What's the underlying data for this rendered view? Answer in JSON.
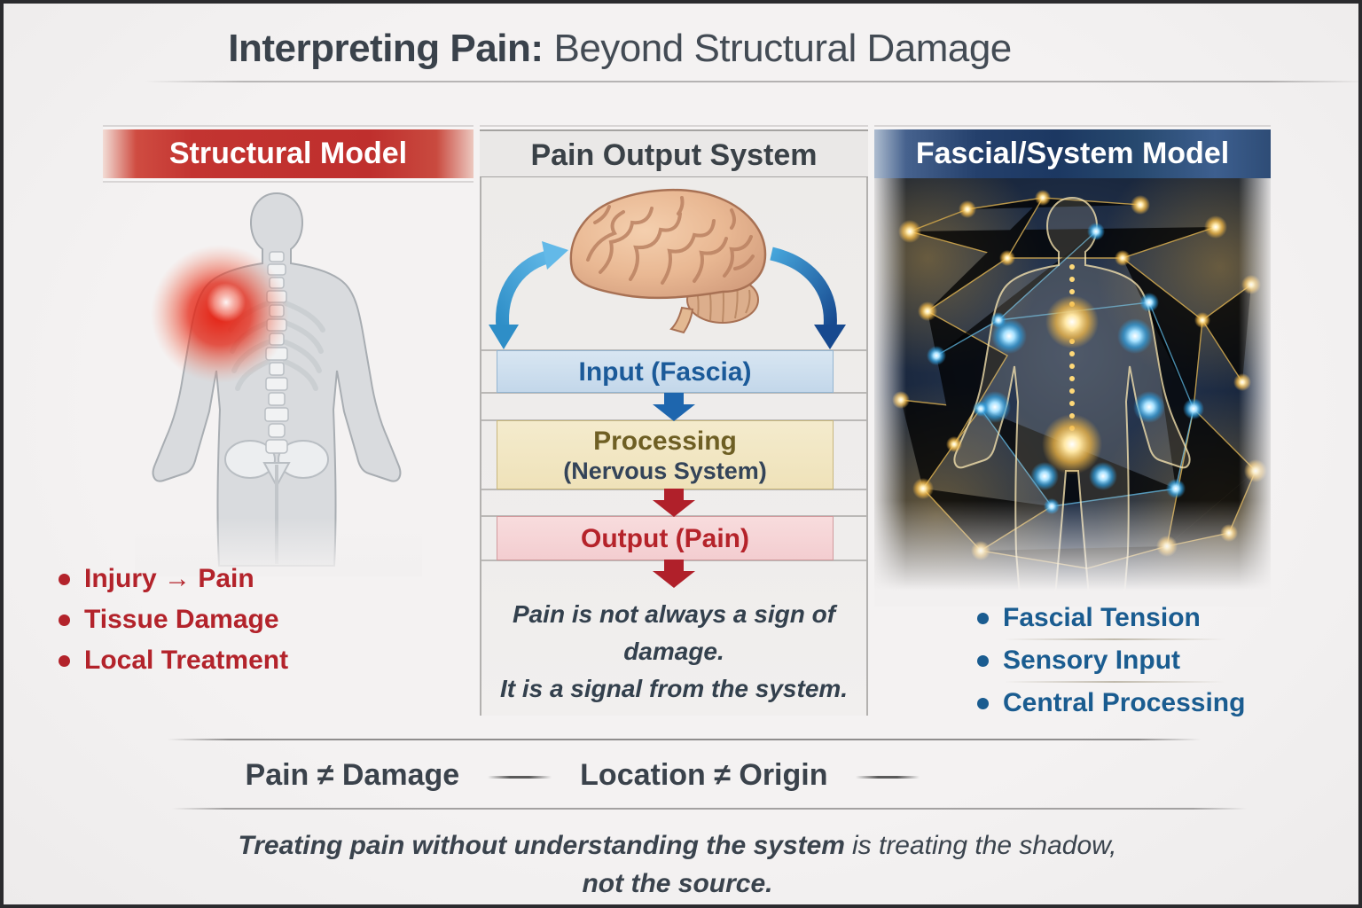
{
  "title": {
    "bold": "Interpreting Pain:",
    "regular": "Beyond Structural Damage"
  },
  "columns": {
    "structural": {
      "header": "Structural Model",
      "bullets": [
        {
          "label": "Injury → Pain"
        },
        {
          "label": "Tissue Damage"
        },
        {
          "label": "Local Treatment"
        }
      ]
    },
    "pain_output": {
      "header": "Pain Output System",
      "flow": {
        "input": "Input (Fascia)",
        "processing_line1": "Processing",
        "processing_line2": "(Nervous System)",
        "output": "Output (Pain)"
      },
      "caption": {
        "line1": "Pain is not always a sign of damage.",
        "line2": "It is a signal from the system."
      }
    },
    "fascial": {
      "header": "Fascial/System Model",
      "bullets": [
        {
          "label": "Fascial Tension"
        },
        {
          "label": "Sensory Input"
        },
        {
          "label": "Central Processing"
        }
      ]
    }
  },
  "footer": {
    "statement1": "Pain ≠ Damage",
    "statement2": "Location ≠ Origin",
    "quote": {
      "bold": "Treating pain without understanding the system",
      "regular": "is treating the shadow,",
      "line2": "not the source."
    }
  },
  "colors": {
    "structural_accent": "#c0322f",
    "fascial_accent": "#1a5c90",
    "flow_input_text": "#1b5a99",
    "flow_processing_text": "#6e5f24",
    "flow_output_text": "#b5232a",
    "body_pain_glow": "#e51607"
  }
}
